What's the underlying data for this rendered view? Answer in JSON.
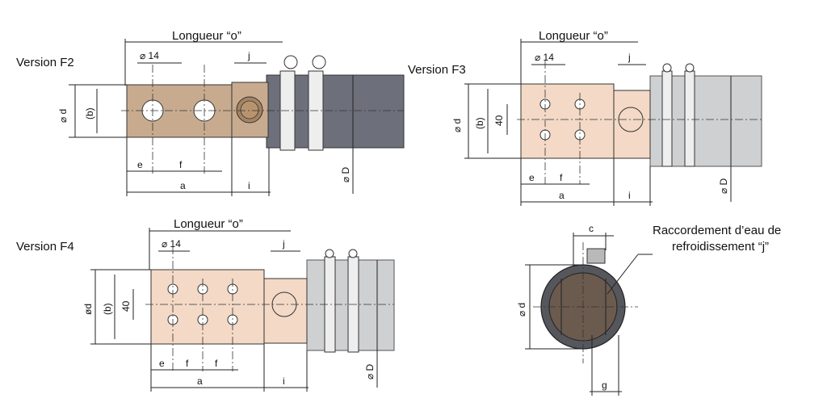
{
  "f2": {
    "title": "Version F2",
    "length": "Longueur “o”",
    "hole": "⌀ 14",
    "d": "⌀ d",
    "b": "(b)",
    "D": "⌀ D",
    "j": "j",
    "e": "e",
    "f": "f",
    "a": "a",
    "i": "i"
  },
  "f3": {
    "title": "Version F3",
    "length": "Longueur “o”",
    "hole": "⌀ 14",
    "d": "⌀ d",
    "b": "(b)",
    "forty": "40",
    "D": "⌀ D",
    "j": "j",
    "e": "e",
    "f": "f",
    "a": "a",
    "i": "i"
  },
  "f4": {
    "title": "Version F4",
    "length": "Longueur “o”",
    "hole": "⌀ 14",
    "d": "ød",
    "b": "(b)",
    "forty": "40",
    "D": "⌀ D",
    "j": "j",
    "e": "e",
    "f1": "f",
    "f2": "f",
    "a": "a",
    "i": "i"
  },
  "section": {
    "caption_line1": "Raccordement d’eau de",
    "caption_line2": "refroidissement “j”",
    "c": "c",
    "g": "g",
    "d": "⌀ d"
  },
  "colors": {
    "copper": "#c8ab8f",
    "copper_light": "#f3d9c6",
    "hose_dark": "#6d707a",
    "hose_light": "#cfd0d2"
  }
}
